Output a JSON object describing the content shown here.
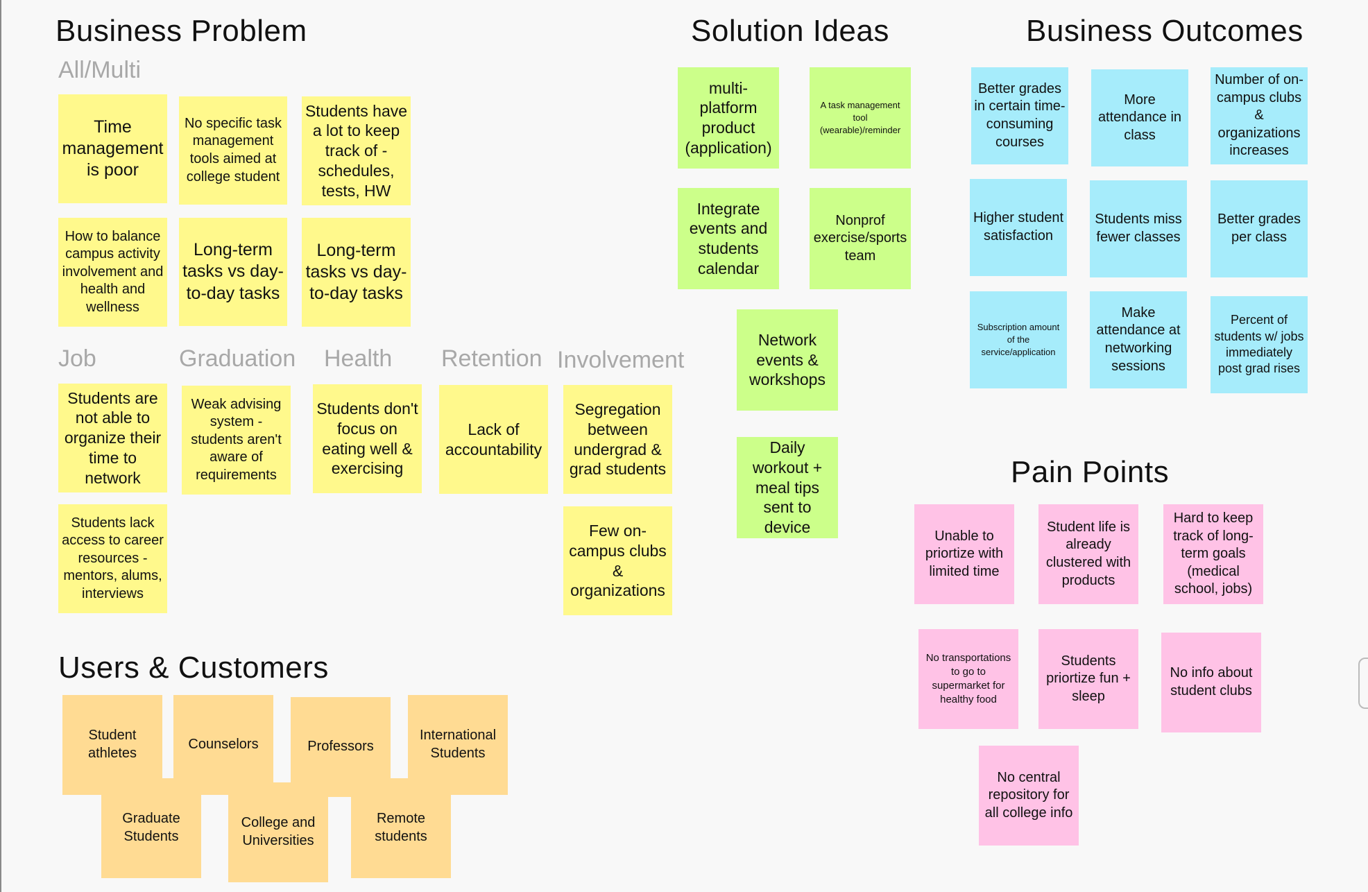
{
  "sections": {
    "business_problem": "Business Problem",
    "solution_ideas": "Solution Ideas",
    "business_outcomes": "Business Outcomes",
    "pain_points": "Pain Points",
    "users_customers": "Users & Customers"
  },
  "groups": {
    "all_multi": "All/Multi",
    "job": "Job",
    "graduation": "Graduation",
    "health": "Health",
    "retention": "Retention",
    "involvement": "Involvement"
  },
  "notes": {
    "bp_time": "Time management is poor",
    "bp_no_tools": "No specific task management tools aimed at college student",
    "bp_keep_track": "Students have a lot to keep track of - schedules, tests, HW",
    "bp_balance": "How to balance campus activity involvement and health and wellness",
    "bp_longterm_1": "Long-term tasks vs day-to-day tasks",
    "bp_longterm_2": "Long-term tasks vs day-to-day tasks",
    "job_organize": "Students are not able to organize their time to network",
    "job_career": "Students lack access to career resources - mentors, alums, interviews",
    "grad_advising": "Weak advising system - students aren't aware of requirements",
    "health_eating": "Students don't focus on eating well & exercising",
    "retention_accountability": "Lack of accountability",
    "inv_segregation": "Segregation between undergrad & grad students",
    "inv_clubs": "Few on-campus clubs & organizations",
    "sol_multiplatform": "multi-platform product (application)",
    "sol_wearable": "A task management tool (wearable)/reminder",
    "sol_calendar": "Integrate events and students calendar",
    "sol_nonprof": "Nonprof exercise/sports team",
    "sol_network": "Network events & workshops",
    "sol_workout": "Daily workout + meal tips sent to device",
    "out_grades_courses": "Better grades in certain time-consuming courses",
    "out_attendance": "More attendance in class",
    "out_clubs": "Number of on-campus clubs & organizations increases",
    "out_satisfaction": "Higher student satisfaction",
    "out_miss_fewer": "Students miss fewer classes",
    "out_grades_class": "Better grades per class",
    "out_subscription": "Subscription amount of the service/application",
    "out_networking": "Make attendance at networking sessions",
    "out_jobs": "Percent of students w/ jobs immediately post grad rises",
    "pain_prioritize": "Unable to priortize with limited time",
    "pain_clustered": "Student life is already clustered with products",
    "pain_longterm": "Hard to keep track of long-term goals (medical school, jobs)",
    "pain_transport": "No transportations to go to supermarket for healthy food",
    "pain_fun_sleep": "Students priortize fun + sleep",
    "pain_no_info": "No info about student clubs",
    "pain_repository": "No central repository for all college info",
    "user_athletes": "Student athletes",
    "user_counselors": "Counselors",
    "user_professors": "Professors",
    "user_international": "International Students",
    "user_graduate": "Graduate Students",
    "user_colleges": "College and Universities",
    "user_remote": "Remote students"
  },
  "colors": {
    "problem": "#fff98c",
    "solution": "#ccff8a",
    "outcome": "#a6ecfb",
    "pain": "#ffc2e6",
    "users": "#ffdb93",
    "background": "#f8f8f8",
    "group_label": "#a8a8a8"
  }
}
